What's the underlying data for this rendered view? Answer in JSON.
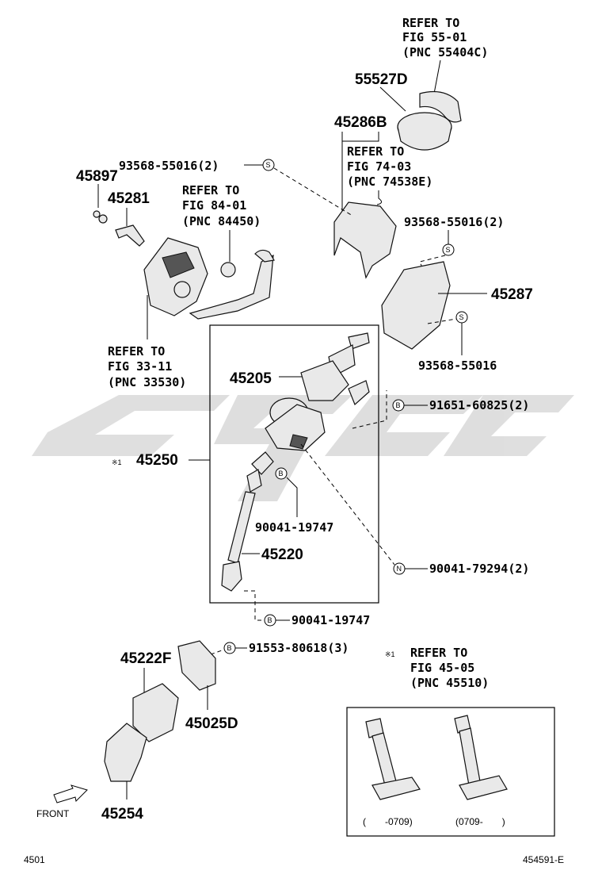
{
  "refer_55": {
    "l1": "REFER TO",
    "l2": "FIG 55-01",
    "l3": "(PNC 55404C)"
  },
  "refer_74": {
    "l1": "REFER TO",
    "l2": "FIG 74-03",
    "l3": "(PNC 74538E)"
  },
  "refer_84": {
    "l1": "REFER TO",
    "l2": "FIG 84-01",
    "l3": "(PNC 84450)"
  },
  "refer_33": {
    "l1": "REFER TO",
    "l2": "FIG 33-11",
    "l3": "(PNC 33530)"
  },
  "refer_45": {
    "l1": "REFER TO",
    "l2": "FIG 45-05",
    "l3": "(PNC 45510)"
  },
  "parts": {
    "p55527D": "55527D",
    "p45286B": "45286B",
    "p45897": "45897",
    "p45281": "45281",
    "p45287": "45287",
    "p45205": "45205",
    "p45250": "45250",
    "p45220": "45220",
    "p45222F": "45222F",
    "p45025D": "45025D",
    "p45254": "45254"
  },
  "bolts": {
    "b1": "93568-55016(2)",
    "b2": "93568-55016(2)",
    "b3": "93568-55016",
    "b4": "91651-60825(2)",
    "b5": "90041-19747",
    "b6": "90041-79294(2)",
    "b7": "90041-19747",
    "b8": "91553-80618(3)"
  },
  "markers": {
    "s": "S",
    "b": "B",
    "n": "N",
    "x1": "※1"
  },
  "inset": {
    "left": "(　　-0709)",
    "right": "(0709-　　)"
  },
  "front": "FRONT",
  "footer": {
    "left": "4501",
    "right": "454591-E"
  },
  "watermark": {
    "color": "#d9d9d9"
  }
}
